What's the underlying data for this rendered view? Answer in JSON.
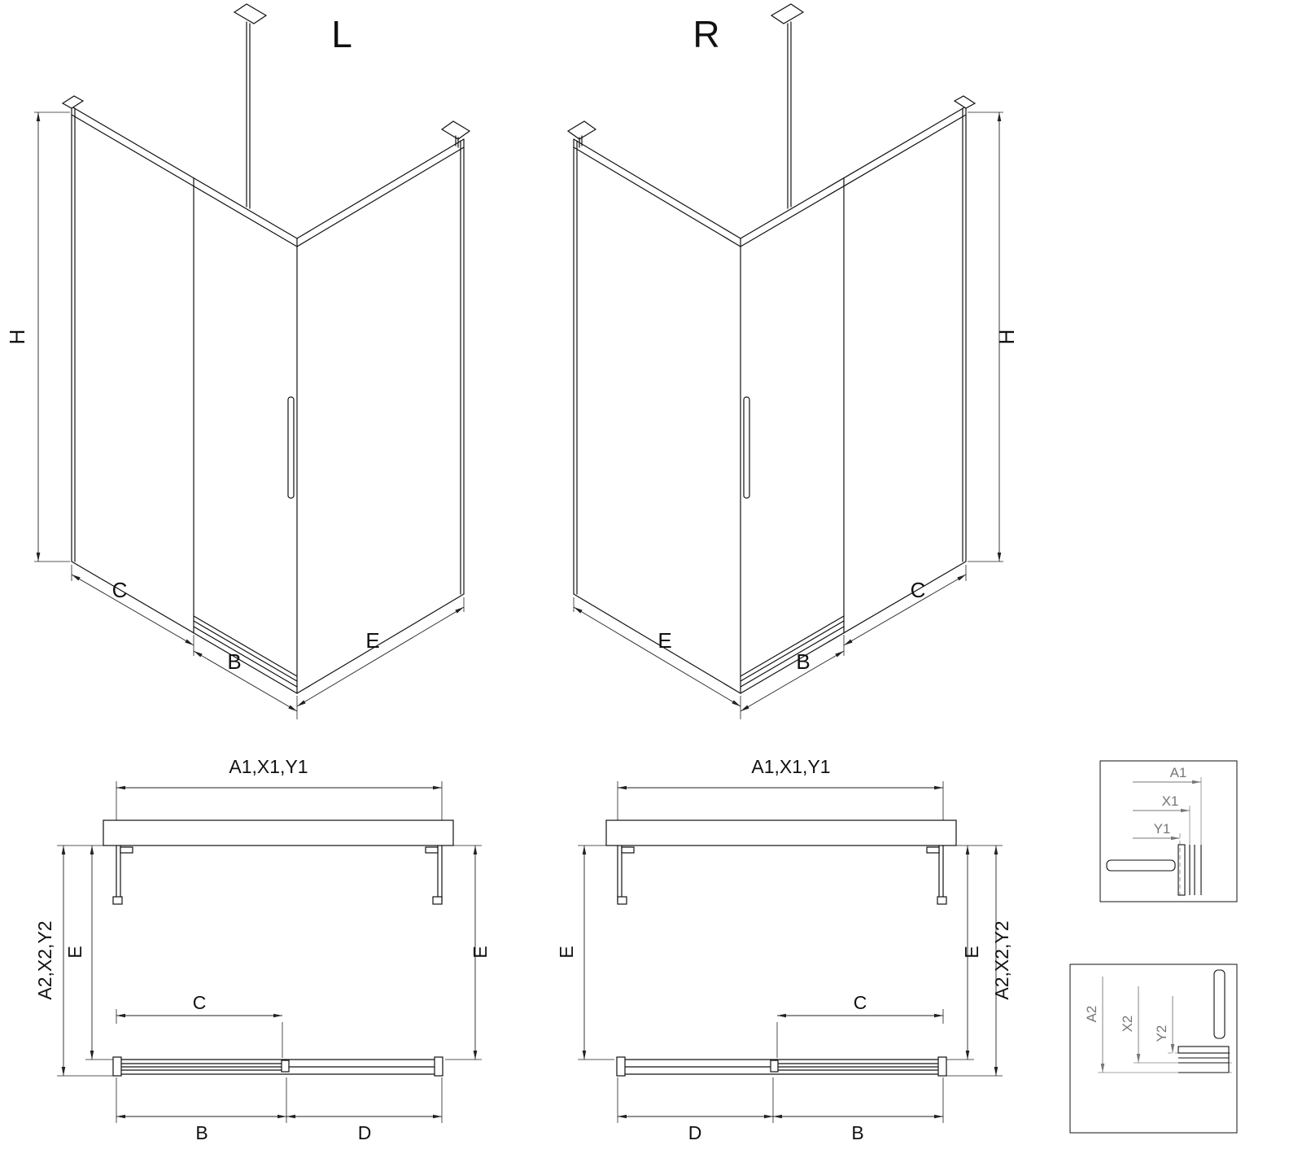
{
  "page": {
    "background": "#ffffff",
    "line_color": "#111111",
    "detail_line_color": "#777777"
  },
  "views": {
    "iso_left": {
      "title": "L",
      "dim_height": "H",
      "dim_fixed_width": "C",
      "dim_door_width": "B",
      "dim_side_width": "E"
    },
    "iso_right": {
      "title": "R",
      "dim_height": "H",
      "dim_fixed_width": "C",
      "dim_door_width": "B",
      "dim_side_width": "E"
    },
    "plan_left": {
      "dim_total_width": "A1,X1,Y1",
      "dim_total_depth": "A2,X2,Y2",
      "dim_side_depth_left": "E",
      "dim_side_depth_right": "E",
      "dim_opening_width": "C",
      "dim_door_width": "B",
      "dim_fixed_width": "D"
    },
    "plan_right": {
      "dim_total_width": "A1,X1,Y1",
      "dim_total_depth": "A2,X2,Y2",
      "dim_side_depth_left": "E",
      "dim_side_depth_right": "E",
      "dim_opening_width": "C",
      "dim_door_width": "B",
      "dim_fixed_width": "D"
    },
    "detail_width": {
      "dim_outer": "A1",
      "dim_mid": "X1",
      "dim_inner": "Y1"
    },
    "detail_depth": {
      "dim_outer": "A2",
      "dim_mid": "X2",
      "dim_inner": "Y2"
    }
  }
}
